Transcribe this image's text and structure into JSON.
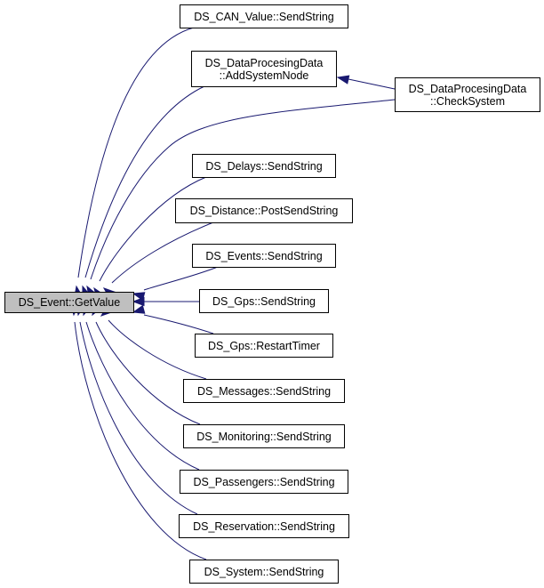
{
  "diagram": {
    "type": "doxygen-caller-graph",
    "root": {
      "id": "root",
      "label": "DS_Event::GetValue",
      "highlighted": true
    },
    "nodes": [
      {
        "id": "can",
        "label": "DS_CAN_Value::SendString"
      },
      {
        "id": "addsys",
        "label": "DS_DataProcesingData\n::AddSystemNode"
      },
      {
        "id": "checksys",
        "label": "DS_DataProcesingData\n::CheckSystem"
      },
      {
        "id": "delays",
        "label": "DS_Delays::SendString"
      },
      {
        "id": "distance",
        "label": "DS_Distance::PostSendString"
      },
      {
        "id": "events",
        "label": "DS_Events::SendString"
      },
      {
        "id": "gpssend",
        "label": "DS_Gps::SendString"
      },
      {
        "id": "gpstimer",
        "label": "DS_Gps::RestartTimer"
      },
      {
        "id": "messages",
        "label": "DS_Messages::SendString"
      },
      {
        "id": "monitoring",
        "label": "DS_Monitoring::SendString"
      },
      {
        "id": "passengers",
        "label": "DS_Passengers::SendString"
      },
      {
        "id": "reservation",
        "label": "DS_Reservation::SendString"
      },
      {
        "id": "system",
        "label": "DS_System::SendString"
      }
    ],
    "edges": [
      {
        "from": "can",
        "to": "root"
      },
      {
        "from": "addsys",
        "to": "root"
      },
      {
        "from": "checksys",
        "to": "addsys"
      },
      {
        "from": "checksys",
        "to": "root"
      },
      {
        "from": "delays",
        "to": "root"
      },
      {
        "from": "distance",
        "to": "root"
      },
      {
        "from": "events",
        "to": "root"
      },
      {
        "from": "gpssend",
        "to": "root"
      },
      {
        "from": "gpstimer",
        "to": "root"
      },
      {
        "from": "messages",
        "to": "root"
      },
      {
        "from": "monitoring",
        "to": "root"
      },
      {
        "from": "passengers",
        "to": "root"
      },
      {
        "from": "reservation",
        "to": "root"
      },
      {
        "from": "system",
        "to": "root"
      }
    ],
    "colors": {
      "edge": "#191970",
      "root_fill": "#bfbfbf",
      "node_fill": "#ffffff",
      "border": "#000000"
    }
  }
}
